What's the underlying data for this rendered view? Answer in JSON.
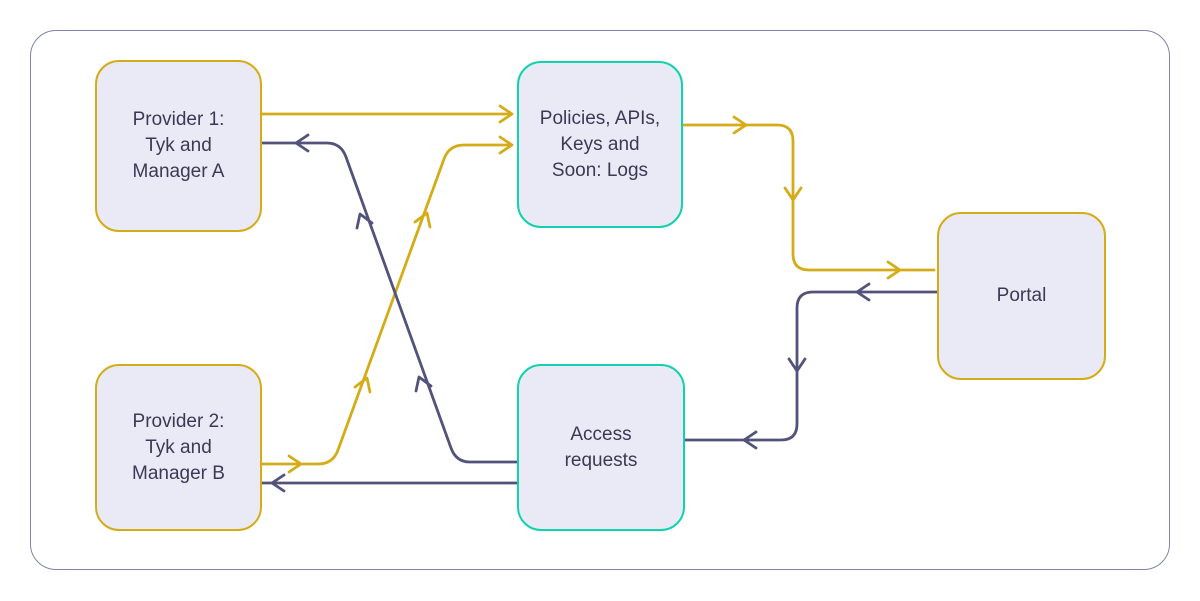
{
  "colors": {
    "gold": "#D4AC17",
    "teal": "#10D2AE",
    "navy": "#52527A",
    "frame": "#8282AA",
    "box_fill": "#EAEAF6",
    "text": "#3A3A55",
    "background": "#FFFFFF"
  },
  "nodes": {
    "provider1": {
      "label": "Provider 1:\nTyk and\nManager A"
    },
    "provider2": {
      "label": "Provider 2:\nTyk and\nManager B"
    },
    "policies": {
      "label": "Policies, APIs,\nKeys and\nSoon: Logs"
    },
    "access": {
      "label": "Access\nrequests"
    },
    "portal": {
      "label": "Portal"
    }
  },
  "edges": [
    {
      "id": "provider1-to-policies",
      "from": "provider-1",
      "to": "policies",
      "color": "gold"
    },
    {
      "id": "provider2-to-policies",
      "from": "provider-2",
      "to": "policies",
      "color": "gold"
    },
    {
      "id": "policies-to-portal",
      "from": "policies",
      "to": "portal",
      "color": "gold"
    },
    {
      "id": "portal-to-access",
      "from": "portal",
      "to": "access-requests",
      "color": "navy"
    },
    {
      "id": "access-to-provider1",
      "from": "access-requests",
      "to": "provider-1",
      "color": "navy"
    },
    {
      "id": "access-to-provider2",
      "from": "access-requests",
      "to": "provider-2",
      "color": "navy"
    }
  ]
}
